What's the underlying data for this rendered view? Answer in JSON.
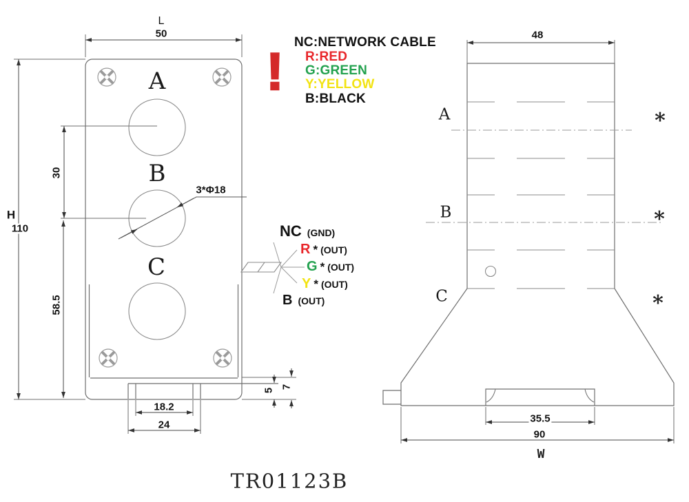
{
  "drawing": {
    "title": "TR01123B"
  },
  "legend": {
    "warning_mark": "!",
    "heading": {
      "text": "NC:NETWORK CABLE",
      "color": "#111111"
    },
    "items": [
      {
        "text": "R:RED",
        "color": "#e8262a"
      },
      {
        "text": "G:GREEN",
        "color": "#22a14e"
      },
      {
        "text": "Y:YELLOW",
        "color": "#f2e313"
      },
      {
        "text": "B:BLACK",
        "color": "#111111"
      }
    ]
  },
  "front_view": {
    "section_labels": [
      "A",
      "B",
      "C"
    ],
    "dimensions": {
      "width_label": "L",
      "width": "50",
      "height_label": "H",
      "height": "110",
      "hole_pitch": "30",
      "lower_section": "58.5",
      "hole_note": "3*Φ18",
      "slot_inner": "18.2",
      "slot_outer": "24",
      "tab_height": "5",
      "base_height": "7"
    }
  },
  "wiring": {
    "pins": [
      {
        "name": "NC",
        "star": "",
        "suffix": "(GND)",
        "color": "#111111"
      },
      {
        "name": "R",
        "star": "*",
        "suffix": "(OUT)",
        "color": "#e8262a"
      },
      {
        "name": "G",
        "star": "*",
        "suffix": "(OUT)",
        "color": "#22a14e"
      },
      {
        "name": "Y",
        "star": "*",
        "suffix": "(OUT)",
        "color": "#f2e313"
      },
      {
        "name": "B",
        "star": "",
        "suffix": "(OUT)",
        "color": "#111111"
      }
    ]
  },
  "side_view": {
    "section_labels": [
      "A",
      "B",
      "C"
    ],
    "marker": "*",
    "dimensions": {
      "top_width": "48",
      "rail_slot": "35.5",
      "base_width": "90",
      "width_label": "W"
    }
  }
}
